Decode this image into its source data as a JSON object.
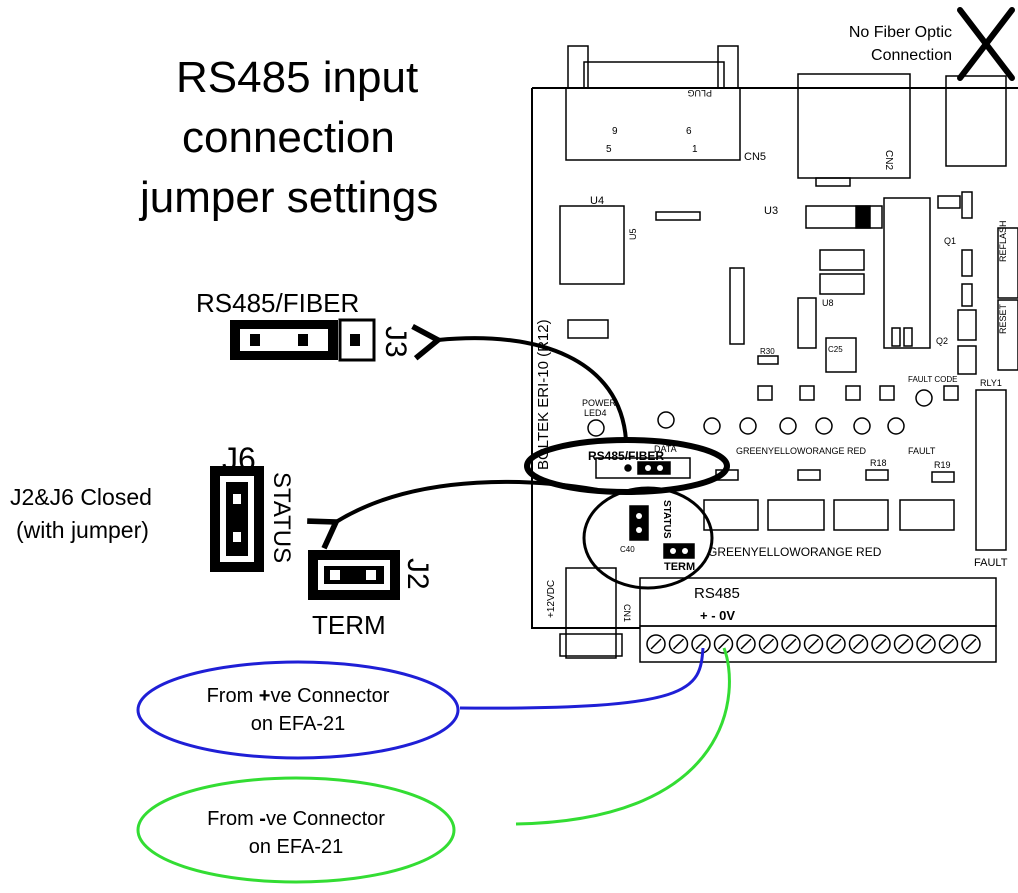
{
  "title": {
    "line1": "RS485 input",
    "line2": "connection",
    "line3": "jumper settings"
  },
  "fiber_note": {
    "line1": "No Fiber Optic",
    "line2": "Connection"
  },
  "j3": {
    "id": "J3",
    "label": "RS485/FIBER"
  },
  "j6": {
    "id": "J6",
    "label": "STATUS"
  },
  "j2": {
    "id": "J2",
    "label": "TERM"
  },
  "closed_note": {
    "line1": "J2&J6 Closed",
    "line2": "(with jumper)"
  },
  "positive_wire": {
    "line1_prefix": "From ",
    "line1_bold": "+",
    "line1_suffix": "ve Connector",
    "line2": "on EFA-21"
  },
  "negative_wire": {
    "line1_prefix": "From ",
    "line1_bold": "-",
    "line1_suffix": "ve Connector",
    "line2": "on EFA-21"
  },
  "board": {
    "vertical_label": "BOLTEK ERI-10 (R12)",
    "rs485_label": "RS485",
    "polarity_label": "+ - 0V",
    "power_label": "+12VDC",
    "cn1": "CN1",
    "cn2": "CN2",
    "cn5": "CN5",
    "plug": "PLUG",
    "u3": "U3",
    "u4": "U4",
    "u5": "U5",
    "u8": "U8",
    "jumper_rs485_fiber": "RS485/FIBER",
    "jumper_status": "STATUS",
    "jumper_term": "TERM",
    "led_labels_top": "GREENYELLOWORANGE RED",
    "led_labels_bottom": "GREENYELLOWORANGE RED",
    "fault": "FAULT",
    "fault_code": "FAULT CODE",
    "power_led": "POWER",
    "led4": "LED4",
    "data": "DATA",
    "reflash": "REFLASH",
    "reset": "RESET",
    "rly1": "RLY1",
    "c25": "C25",
    "c40": "C40",
    "r18": "R18",
    "r19": "R19",
    "r30": "R30",
    "q1": "Q1",
    "q2": "Q2"
  },
  "colors": {
    "positive_wire": "#1f1fd6",
    "negative_wire": "#33dd33",
    "ink": "#000000"
  }
}
